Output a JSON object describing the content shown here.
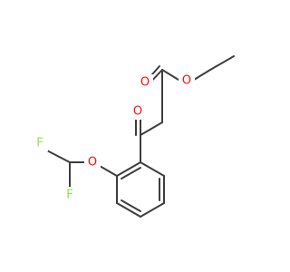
{
  "molecule": {
    "atoms": [
      {
        "label": "O",
        "element": "oxygen",
        "color": "#ff0d0d"
      },
      {
        "label": "O",
        "element": "oxygen",
        "color": "#ff0d0d"
      },
      {
        "label": "O",
        "element": "oxygen",
        "color": "#ff0d0d"
      },
      {
        "label": "O",
        "element": "oxygen",
        "color": "#ff0d0d"
      },
      {
        "label": "F",
        "element": "fluorine",
        "color": "#90e050"
      },
      {
        "label": "F",
        "element": "fluorine",
        "color": "#90e050"
      }
    ],
    "bond_color": "#3d3d3d",
    "background": "#ffffff"
  }
}
